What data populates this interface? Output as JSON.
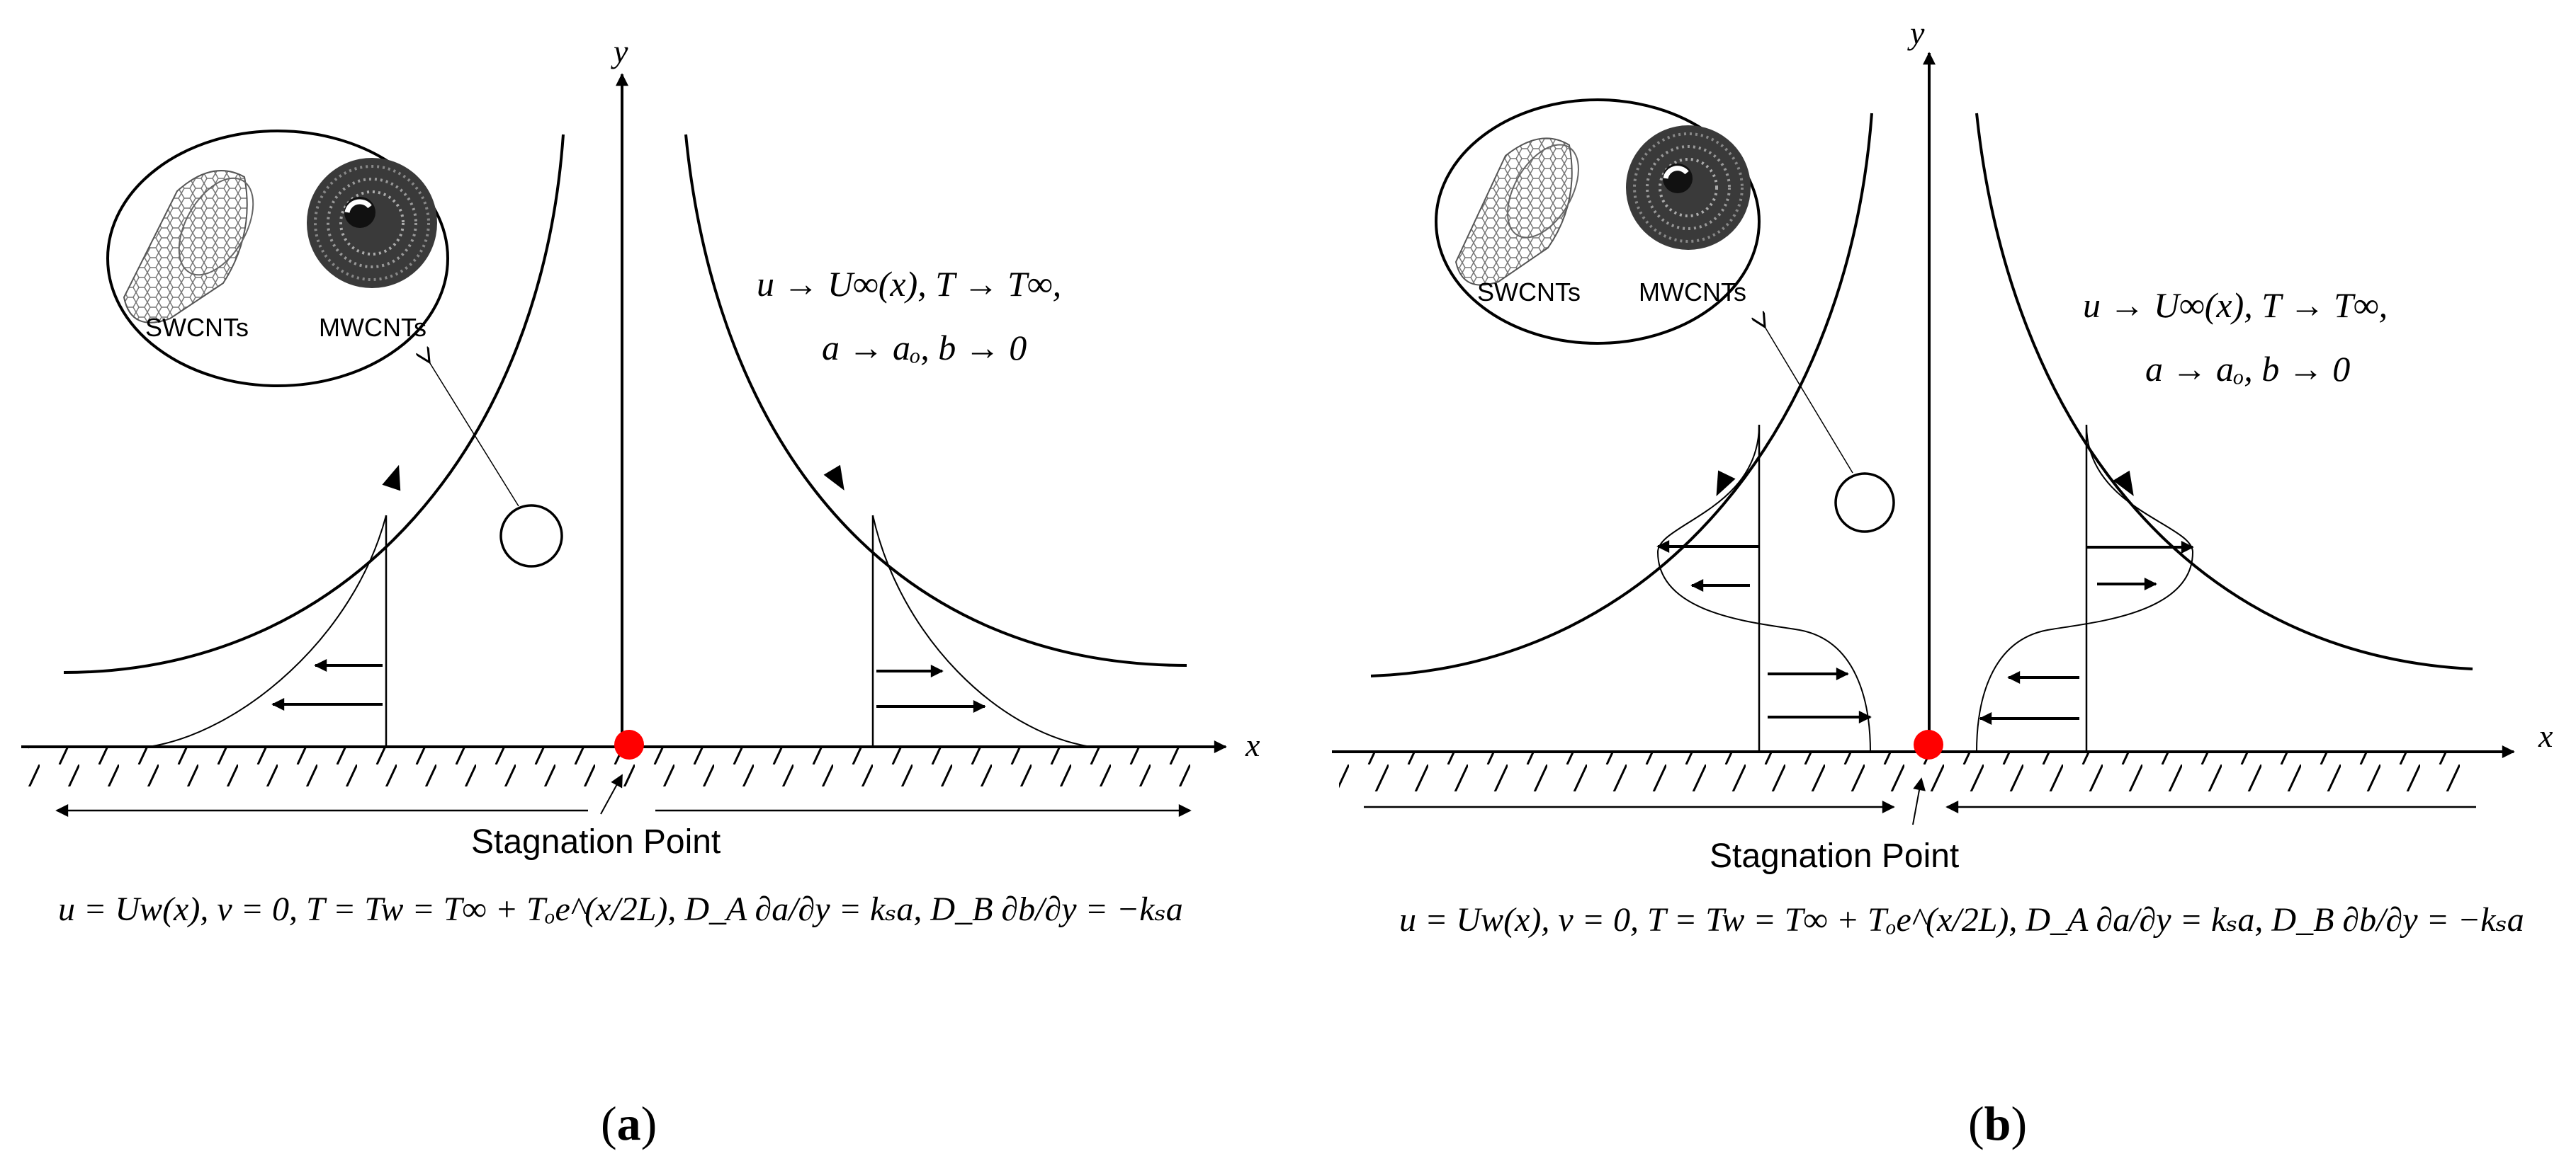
{
  "panels": [
    {
      "id": "a",
      "label_text": "(a)",
      "label_letter": "a",
      "y_axis": "y",
      "x_axis": "x",
      "stagnation_label": "Stagnation Point",
      "nanotube_labels": [
        "SWCNTs",
        "MWCNTs"
      ],
      "far_field_line1": "u → U∞(x),  T → T∞,",
      "far_field_line2": "a → aₒ,  b → 0",
      "wall_condition": "u = Uw(x),  v = 0,  T = Tw = T∞ + Tₒe^(x/2L),  D_A ∂a/∂y = kₛa,  D_B ∂b/∂y = −kₛa"
    },
    {
      "id": "b",
      "label_text": "(b)",
      "label_letter": "b",
      "y_axis": "y",
      "x_axis": "x",
      "stagnation_label": "Stagnation Point",
      "nanotube_labels": [
        "SWCNTs",
        "MWCNTs"
      ],
      "far_field_line1": "u → U∞(x),  T → T∞,",
      "far_field_line2": "a → aₒ,  b → 0",
      "wall_condition": "u = Uw(x),  v = 0,  T = Tw = T∞ + Tₒe^(x/2L),  D_A ∂a/∂y = kₛa,  D_B ∂b/∂y = −kₛa"
    }
  ],
  "colors": {
    "ink": "#000000",
    "stagnation_dot": "#ff0000",
    "nanotube_shade": "#555555"
  }
}
